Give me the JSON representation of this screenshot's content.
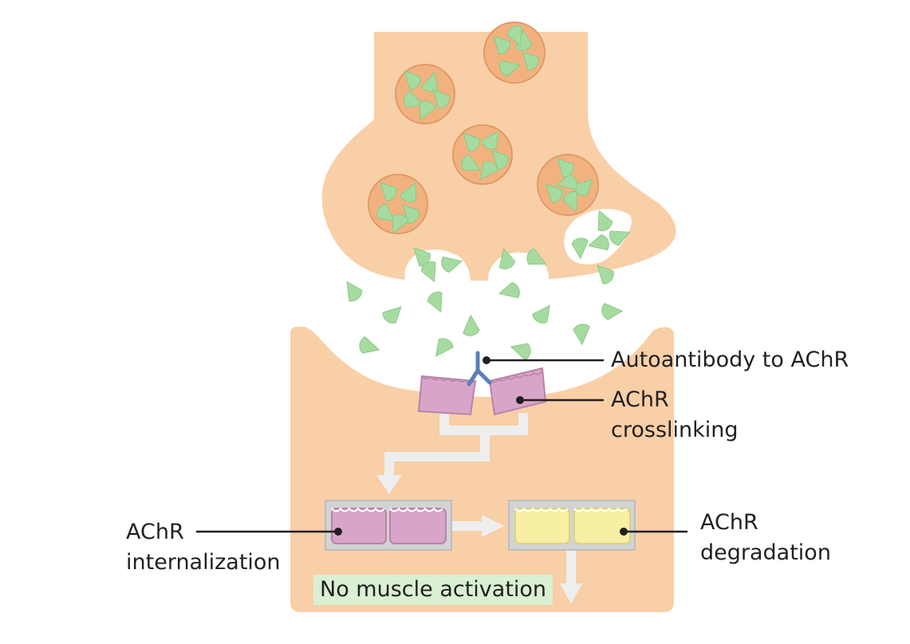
{
  "labels": {
    "autoantibody": "Autoantibody to AChR",
    "crosslinking_line1": "AChR",
    "crosslinking_line2": "crosslinking",
    "internalization_line1": "AChR",
    "internalization_line2": "internalization",
    "degradation_line1": "AChR",
    "degradation_line2": "degradation",
    "outcome": "No muscle activation"
  },
  "colors": {
    "tissue": "#f8cfa6",
    "vesicle": "#f2b27f",
    "neurotransmitter": "#a6dba0",
    "receptor": "#d8a5c8",
    "degraded_receptor": "#f7efa2",
    "antibody": "#5a7fb8",
    "arrow": "#eeeeee",
    "leader_line": "#231f20",
    "outcome_highlight": "#d9f0d3"
  }
}
